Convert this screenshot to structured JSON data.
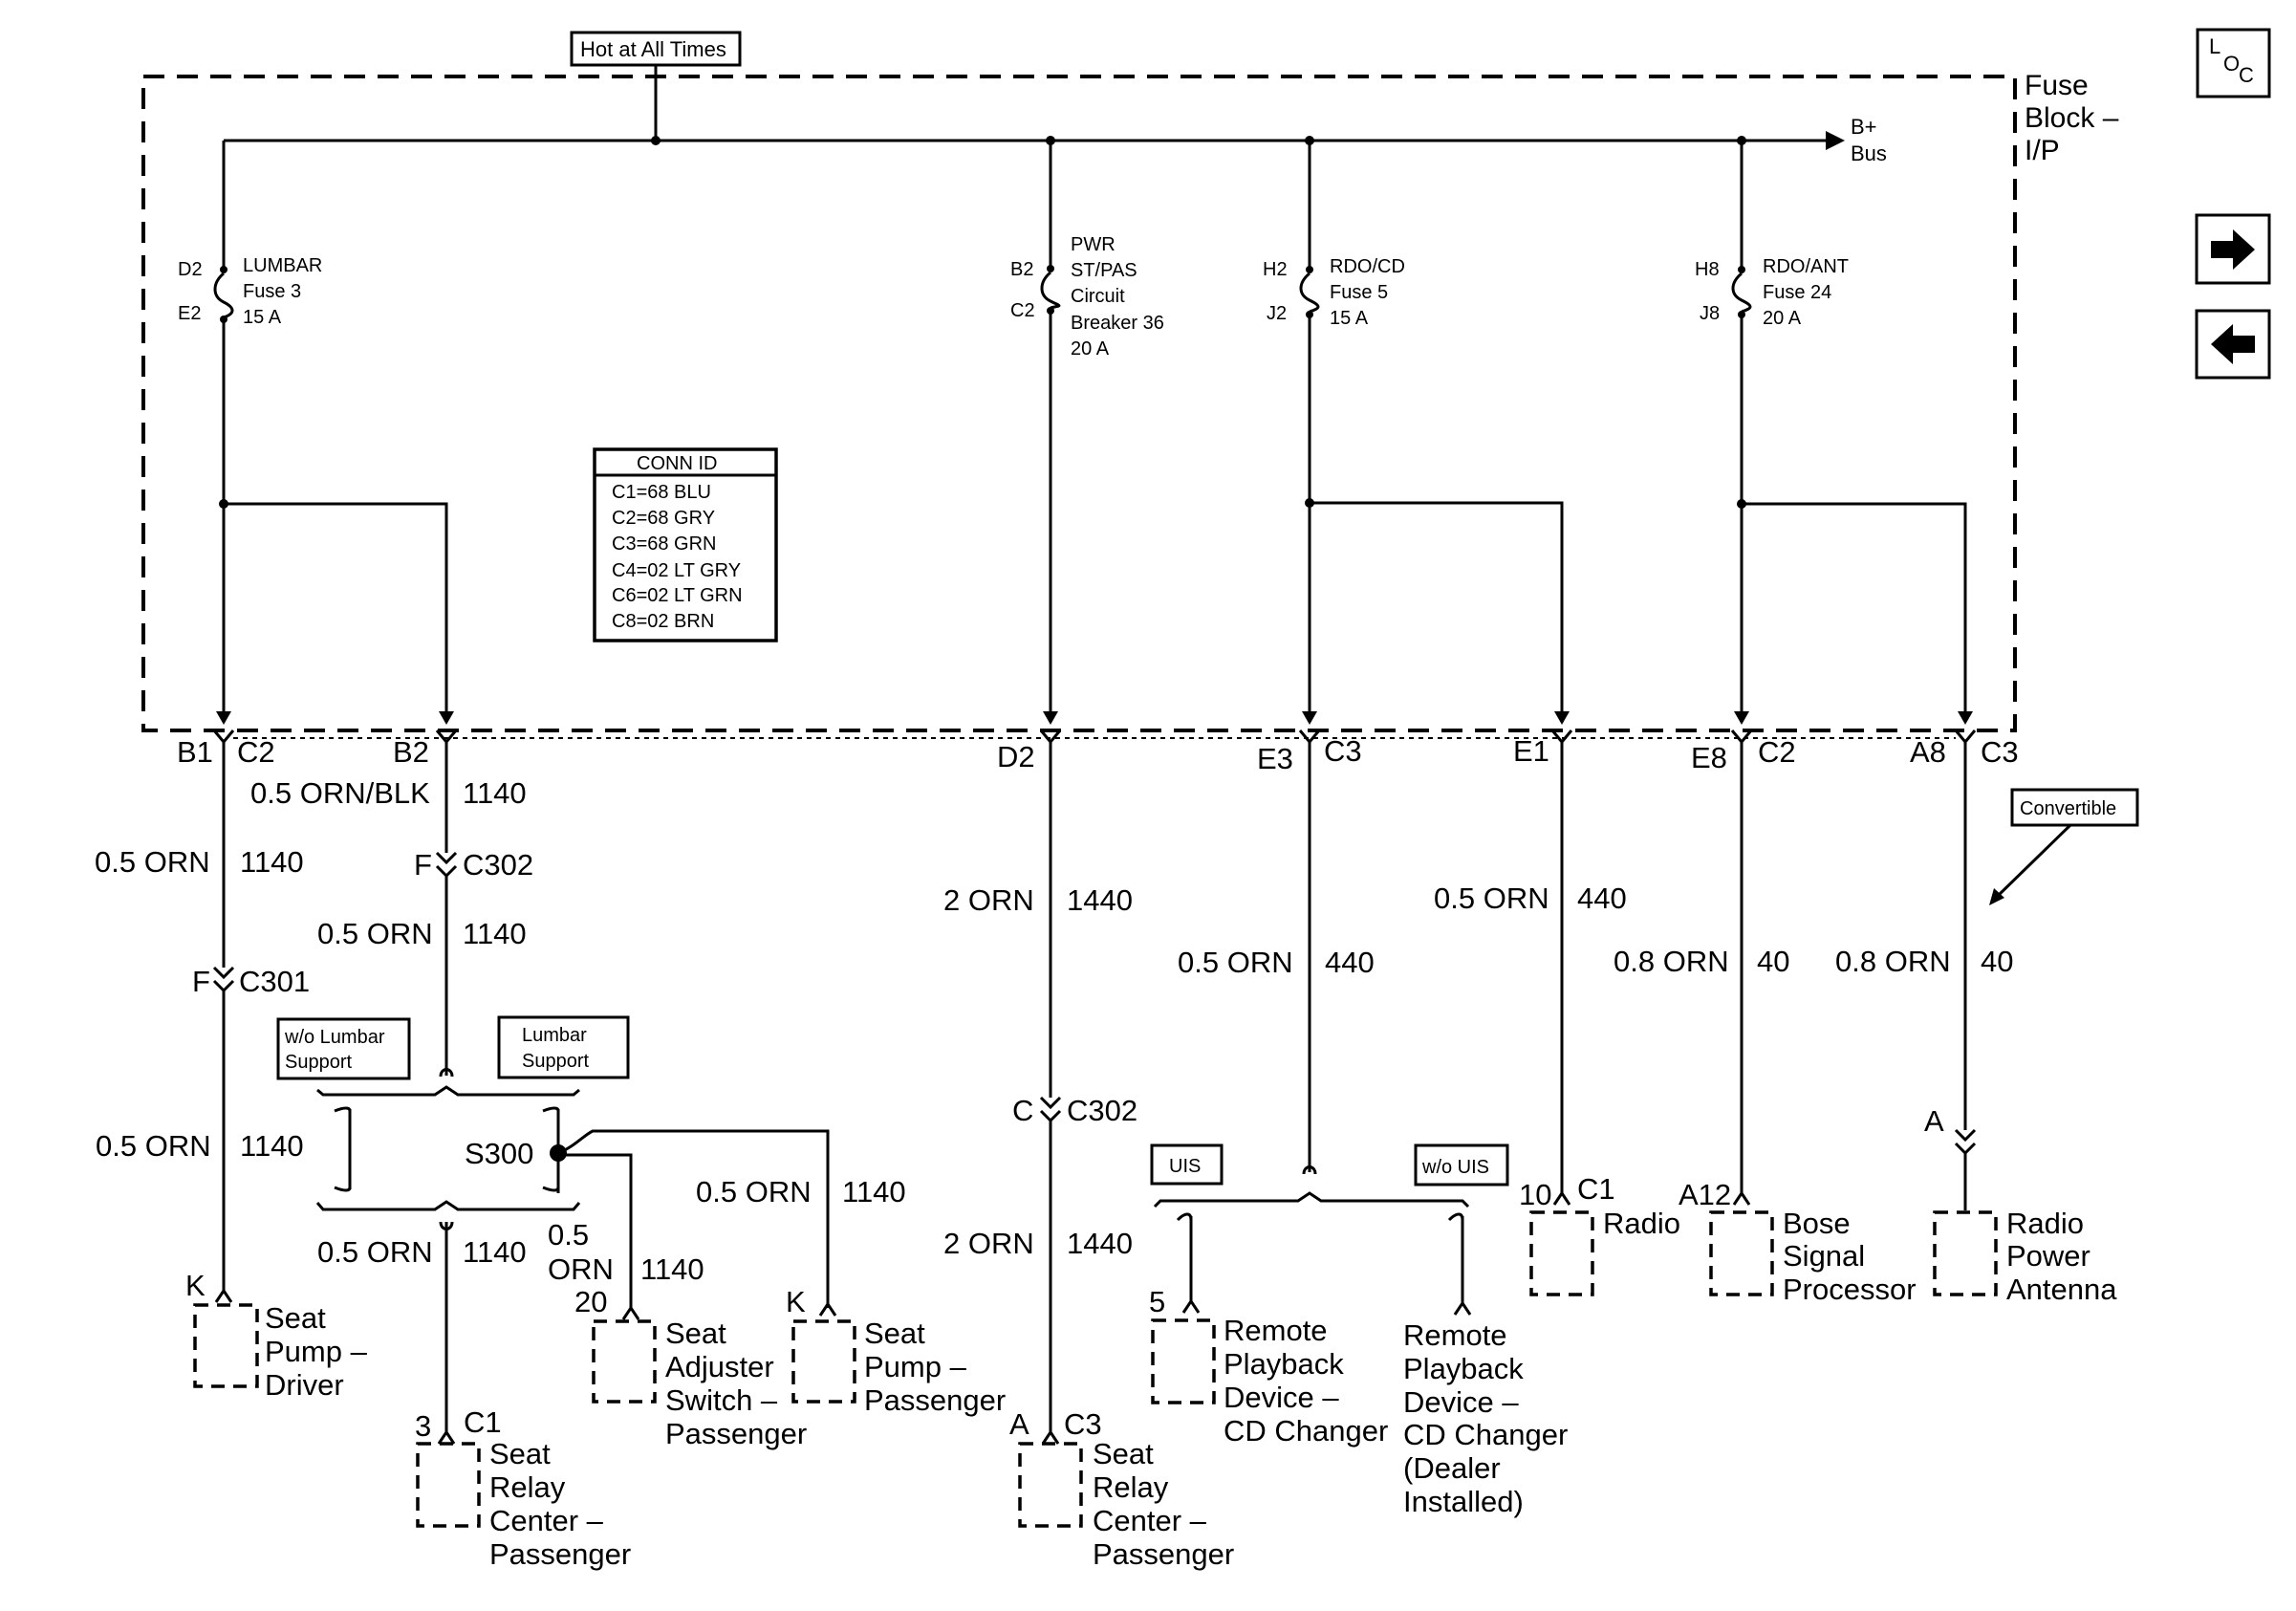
{
  "header": {
    "hot_label": "Hot at All Times",
    "fuse_block": [
      "Fuse",
      "Block –",
      "I/P"
    ],
    "bus": [
      "B+",
      "Bus"
    ]
  },
  "nav": {
    "loc_l": "L",
    "loc_o": "O",
    "loc_c": "C"
  },
  "fuses": [
    {
      "top": "D2",
      "bot": "E2",
      "lines": [
        "LUMBAR",
        "Fuse 3",
        "15 A"
      ]
    },
    {
      "top": "B2",
      "bot": "C2",
      "lines": [
        "PWR",
        "ST/PAS",
        "Circuit",
        "Breaker 36",
        "20 A"
      ]
    },
    {
      "top": "H2",
      "bot": "J2",
      "lines": [
        "RDO/CD",
        "Fuse 5",
        "15 A"
      ]
    },
    {
      "top": "H8",
      "bot": "J8",
      "lines": [
        "RDO/ANT",
        "Fuse 24",
        "20 A"
      ]
    }
  ],
  "conn_id": {
    "title": "CONN ID",
    "rows": [
      "C1=68 BLU",
      "C2=68 GRY",
      "C3=68 GRN",
      "C4=02 LT GRY",
      "C6=02 LT GRN",
      "C8=02 BRN"
    ]
  },
  "pins": {
    "b1": "B1",
    "c2a": "C2",
    "b2": "B2",
    "d2": "D2",
    "e3": "E3",
    "c3a": "C3",
    "e1": "E1",
    "e8": "E8",
    "c2b": "C2",
    "a8": "A8",
    "c3b": "C3"
  },
  "wires": [
    {
      "id": "w1",
      "gauge": "0.5 ORN",
      "circuit": "1140"
    },
    {
      "id": "w2",
      "gauge": "0.5 ORN/BLK",
      "circuit": "1140"
    },
    {
      "id": "w3",
      "gauge": "0.5 ORN",
      "circuit": "1140"
    },
    {
      "id": "w4",
      "gauge": "2 ORN",
      "circuit": "1440"
    },
    {
      "id": "w5",
      "gauge": "0.5 ORN",
      "circuit": "440"
    },
    {
      "id": "w6",
      "gauge": "0.5 ORN",
      "circuit": "440"
    },
    {
      "id": "w7",
      "gauge": "0.8 ORN",
      "circuit": "40"
    },
    {
      "id": "w8",
      "gauge": "0.8 ORN",
      "circuit": "40"
    },
    {
      "id": "w9",
      "gauge": "0.5 ORN",
      "circuit": "1140"
    },
    {
      "id": "w10",
      "gauge": "0.5 ORN",
      "circuit": "1140"
    },
    {
      "id": "w11",
      "gauge": "0.5 ORN",
      "circuit": "1140"
    },
    {
      "id": "w12",
      "gauge": "0.5",
      "gauge2": "ORN",
      "circuit": "1140"
    },
    {
      "id": "w13",
      "gauge": "0.5 ORN",
      "circuit": "1140"
    },
    {
      "id": "w14",
      "gauge": "2 ORN",
      "circuit": "1440"
    }
  ],
  "connectors": {
    "c302a": {
      "pin": "F",
      "name": "C302"
    },
    "c301": {
      "pin": "F",
      "name": "C301"
    },
    "c302b": {
      "pin": "C",
      "name": "C302"
    },
    "ant_pin": "A"
  },
  "options": {
    "wo_lumbar": [
      "w/o Lumbar",
      "Support"
    ],
    "lumbar": [
      "Lumbar",
      "Support"
    ],
    "uis": "UIS",
    "wo_uis": "w/o UIS",
    "convertible": "Convertible"
  },
  "splice": "S300",
  "components": [
    {
      "id": "seat-pump-driver",
      "pin": "K",
      "conn": "",
      "lines": [
        "Seat",
        "Pump –",
        "Driver"
      ]
    },
    {
      "id": "seat-relay-center-1",
      "pin": "3",
      "conn": "C1",
      "lines": [
        "Seat",
        "Relay",
        "Center –",
        "Passenger"
      ]
    },
    {
      "id": "seat-adjuster-switch",
      "pin": "20",
      "conn": "",
      "lines": [
        "Seat",
        "Adjuster",
        "Switch –",
        "Passenger"
      ]
    },
    {
      "id": "seat-pump-passenger",
      "pin": "K",
      "conn": "",
      "lines": [
        "Seat",
        "Pump –",
        "Passenger"
      ]
    },
    {
      "id": "seat-relay-center-2",
      "pin": "A",
      "conn": "C3",
      "lines": [
        "Seat",
        "Relay",
        "Center –",
        "Passenger"
      ]
    },
    {
      "id": "remote-playback",
      "pin": "5",
      "conn": "",
      "lines": [
        "Remote",
        "Playback",
        "Device –",
        "CD Changer"
      ]
    },
    {
      "id": "remote-playback-dealer",
      "pin": "",
      "conn": "",
      "lines": [
        "Remote",
        "Playback",
        "Device –",
        "CD Changer",
        "(Dealer",
        "Installed)"
      ]
    },
    {
      "id": "radio",
      "pin": "10",
      "conn": "C1",
      "lines": [
        "Radio"
      ]
    },
    {
      "id": "bose",
      "pin": "A12",
      "conn": "",
      "lines": [
        "Bose",
        "Signal",
        "Processor"
      ]
    },
    {
      "id": "antenna",
      "pin": "",
      "conn": "",
      "lines": [
        "Radio",
        "Power",
        "Antenna"
      ]
    }
  ]
}
